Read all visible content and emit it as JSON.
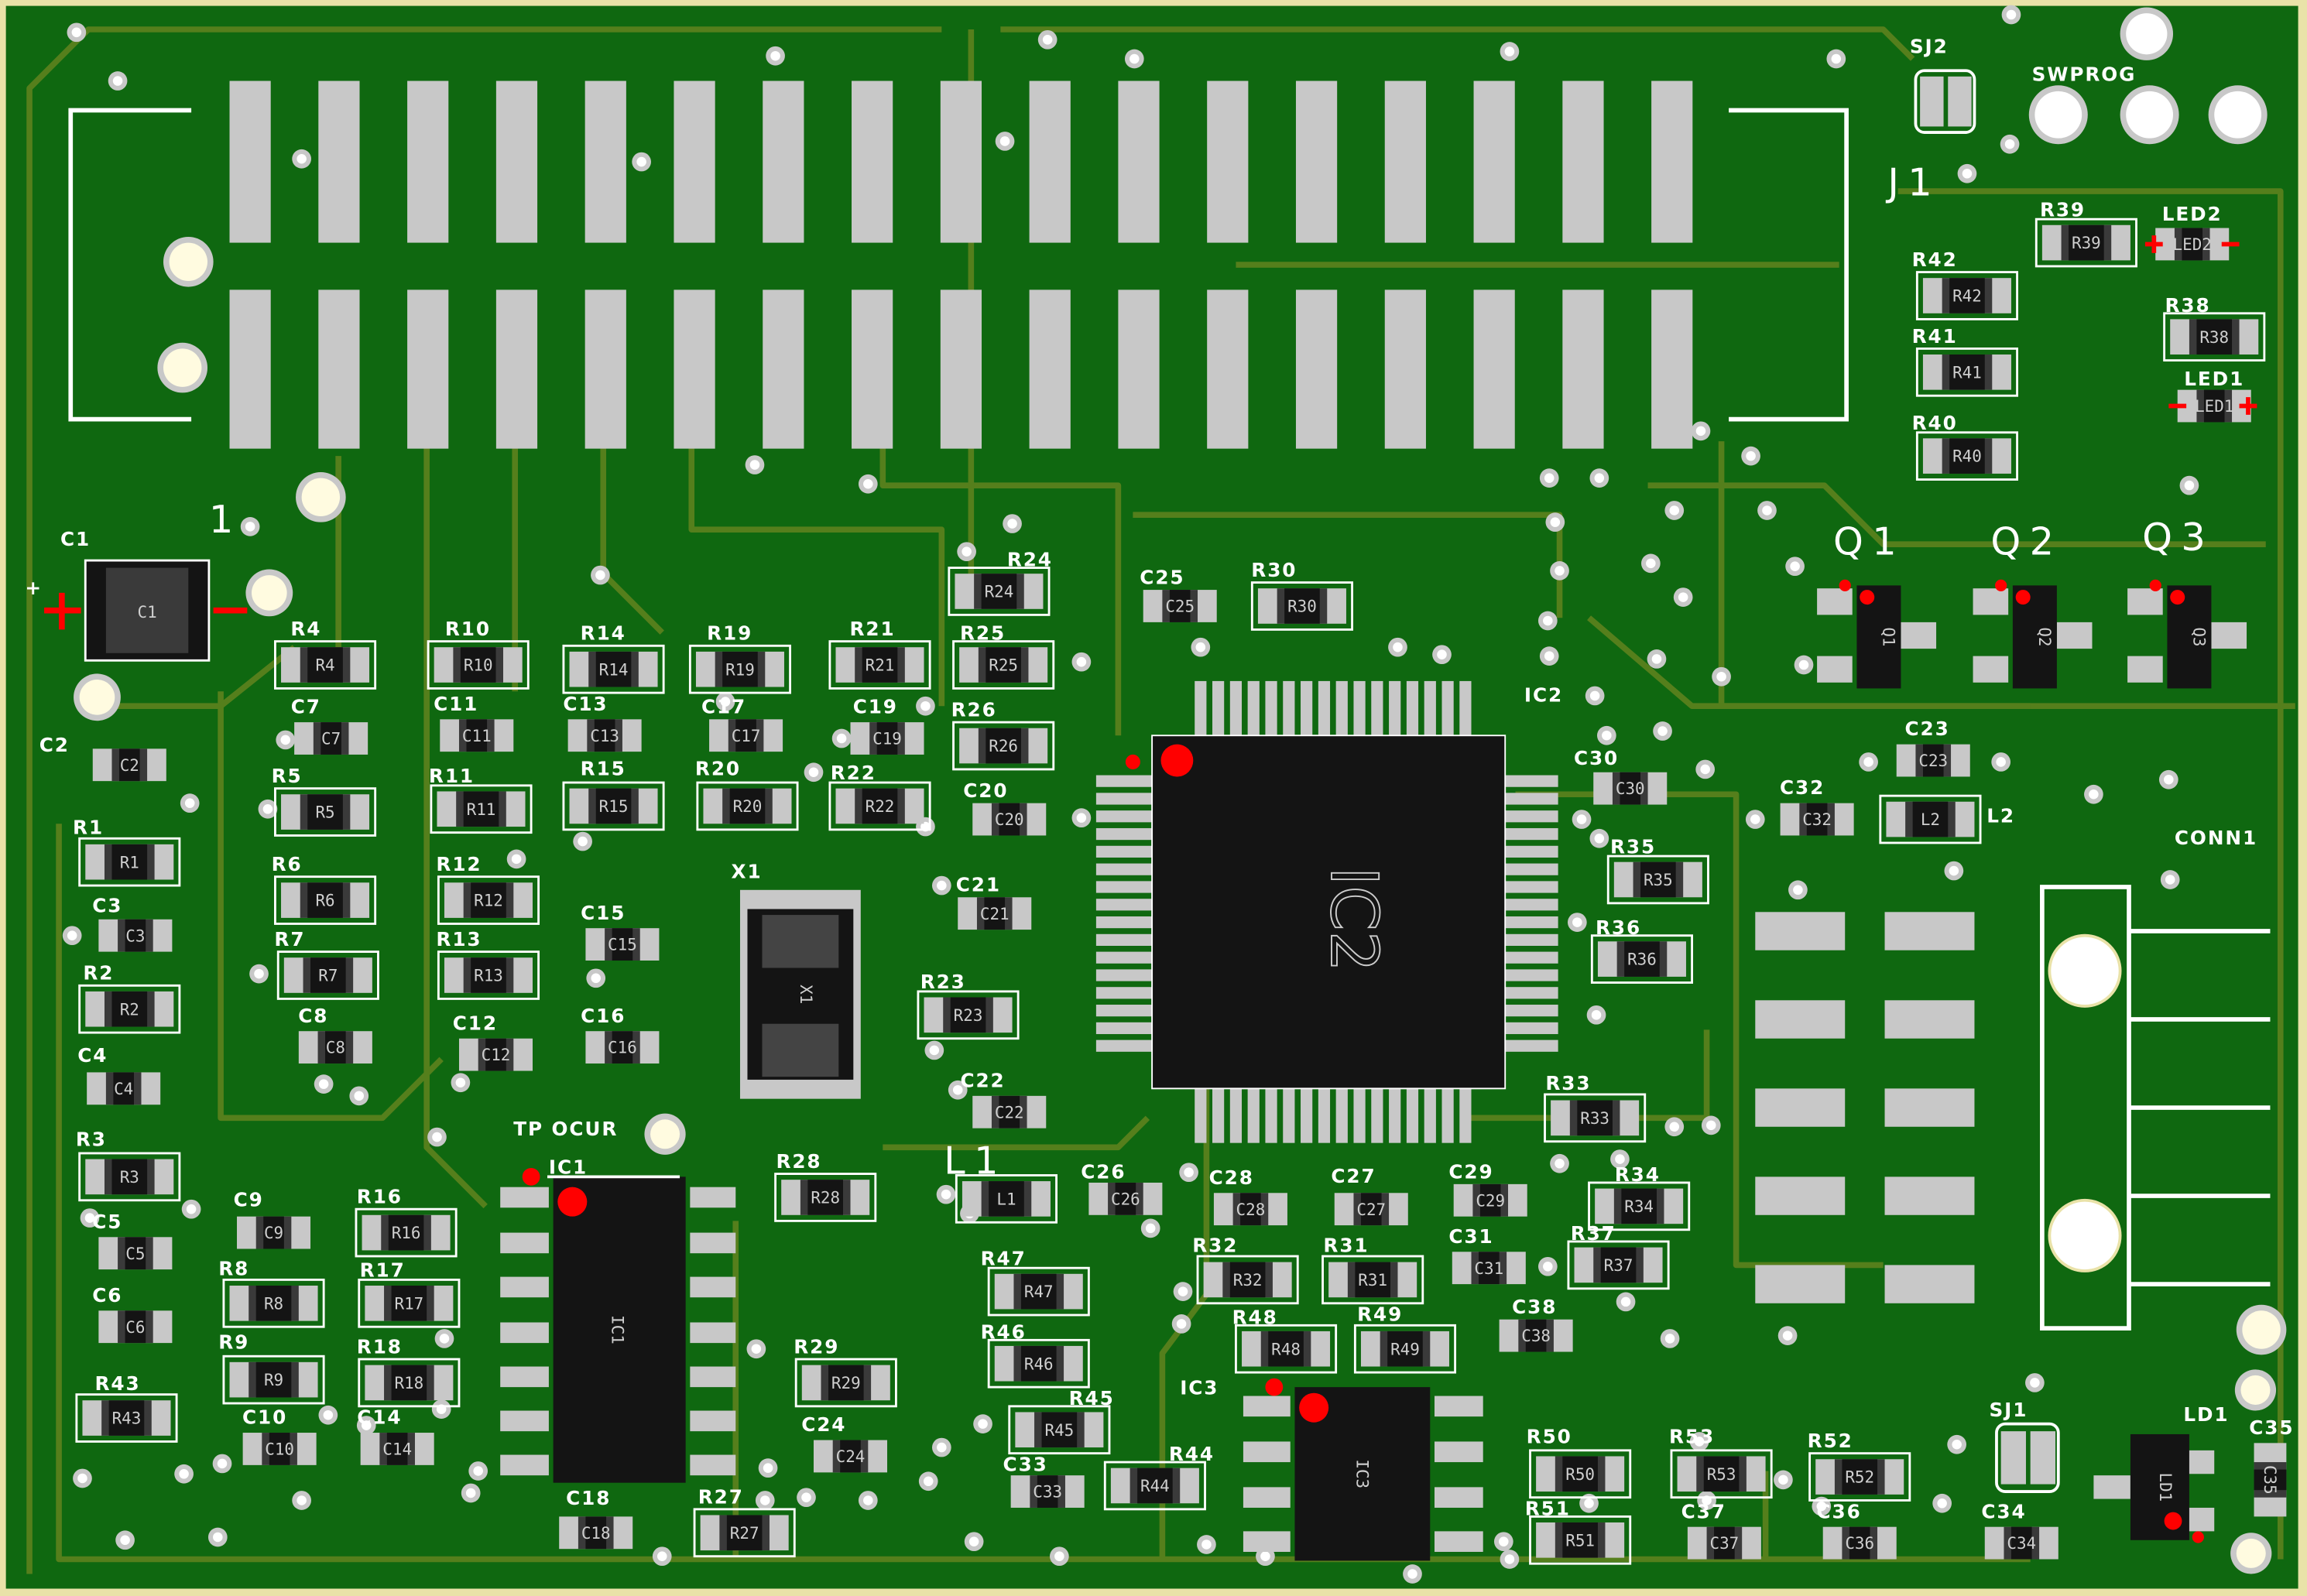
{
  "board": {
    "colors": {
      "substrate": "#0f6810",
      "trace": "#557f1c",
      "pad": "#c8c8c8",
      "silk": "#ffffff",
      "body": "#141414",
      "pin1": "#ff0000",
      "edge": "#e9e2a8"
    },
    "labels": {
      "j1": "J1",
      "sj2": "SJ2",
      "swprog": "SWPROG",
      "q1": "Q1",
      "q2": "Q2",
      "q3": "Q3",
      "ic2": "IC2",
      "ic2_body": "IC2",
      "conn1": "CONN1",
      "x1": "X1",
      "x1_body": "X1",
      "tp": "TP OCUR",
      "ic1": "IC1",
      "ic1_body": "IC1",
      "ic3": "IC3",
      "ic3_body": "IC3",
      "sj1": "SJ1",
      "ld1": "LD1",
      "ld1_body": "LD1",
      "c1": "C1",
      "c1_body": "C1",
      "pin_one": "1",
      "q1_body": "Q1",
      "q2_body": "Q2",
      "q3_body": "Q3",
      "plus": "+"
    }
  },
  "components": [
    {
      "ref": "R4"
    },
    {
      "ref": "R10"
    },
    {
      "ref": "R14"
    },
    {
      "ref": "R19"
    },
    {
      "ref": "R21"
    },
    {
      "ref": "R24"
    },
    {
      "ref": "R25"
    },
    {
      "ref": "R26"
    },
    {
      "ref": "R30"
    },
    {
      "ref": "C25"
    },
    {
      "ref": "C7"
    },
    {
      "ref": "C11"
    },
    {
      "ref": "C13"
    },
    {
      "ref": "C17"
    },
    {
      "ref": "C19"
    },
    {
      "ref": "R5"
    },
    {
      "ref": "R11"
    },
    {
      "ref": "R15"
    },
    {
      "ref": "R20"
    },
    {
      "ref": "R22"
    },
    {
      "ref": "C20"
    },
    {
      "ref": "R6"
    },
    {
      "ref": "R12"
    },
    {
      "ref": "C15"
    },
    {
      "ref": "C21"
    },
    {
      "ref": "R7"
    },
    {
      "ref": "R13"
    },
    {
      "ref": "C16"
    },
    {
      "ref": "R23"
    },
    {
      "ref": "C8"
    },
    {
      "ref": "C12"
    },
    {
      "ref": "R1"
    },
    {
      "ref": "C3"
    },
    {
      "ref": "R2"
    },
    {
      "ref": "C4"
    },
    {
      "ref": "R3"
    },
    {
      "ref": "C5"
    },
    {
      "ref": "C6"
    },
    {
      "ref": "R43"
    },
    {
      "ref": "C9"
    },
    {
      "ref": "R16"
    },
    {
      "ref": "R8"
    },
    {
      "ref": "R17"
    },
    {
      "ref": "R9"
    },
    {
      "ref": "R18"
    },
    {
      "ref": "C10"
    },
    {
      "ref": "C14"
    },
    {
      "ref": "C18"
    },
    {
      "ref": "R27"
    },
    {
      "ref": "R28"
    },
    {
      "ref": "R29"
    },
    {
      "ref": "C24"
    },
    {
      "ref": "C22"
    },
    {
      "ref": "L1"
    },
    {
      "ref": "C26"
    },
    {
      "ref": "C28"
    },
    {
      "ref": "C27"
    },
    {
      "ref": "C29"
    },
    {
      "ref": "R34"
    },
    {
      "ref": "R32"
    },
    {
      "ref": "R31"
    },
    {
      "ref": "C31"
    },
    {
      "ref": "R37"
    },
    {
      "ref": "R47"
    },
    {
      "ref": "R46"
    },
    {
      "ref": "R45"
    },
    {
      "ref": "R48"
    },
    {
      "ref": "R49"
    },
    {
      "ref": "C38"
    },
    {
      "ref": "C33"
    },
    {
      "ref": "R44"
    },
    {
      "ref": "R50"
    },
    {
      "ref": "R53"
    },
    {
      "ref": "R52"
    },
    {
      "ref": "R51"
    },
    {
      "ref": "C37"
    },
    {
      "ref": "C36"
    },
    {
      "ref": "C34"
    },
    {
      "ref": "C35"
    },
    {
      "ref": "R33"
    },
    {
      "ref": "R35"
    },
    {
      "ref": "R36"
    },
    {
      "ref": "C30"
    },
    {
      "ref": "C32"
    },
    {
      "ref": "C23"
    },
    {
      "ref": "L2"
    },
    {
      "ref": "R39"
    },
    {
      "ref": "R42"
    },
    {
      "ref": "R41"
    },
    {
      "ref": "R40"
    },
    {
      "ref": "R38"
    },
    {
      "ref": "LED2"
    },
    {
      "ref": "LED1"
    },
    {
      "ref": "C2"
    }
  ]
}
